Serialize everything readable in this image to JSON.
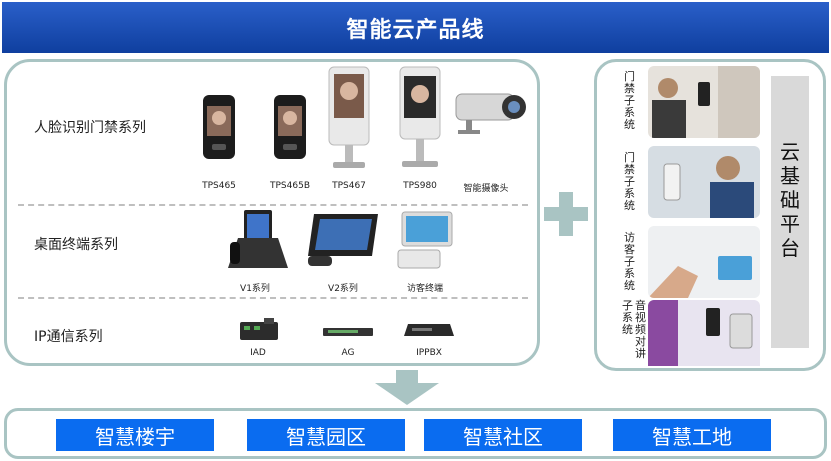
{
  "title": "智能云产品线",
  "rows": [
    {
      "label": "人脸识别门禁系列",
      "devices": [
        "TPS465",
        "TPS465B",
        "TPS467",
        "TPS980",
        "智能摄像头"
      ]
    },
    {
      "label": "桌面终端系列",
      "devices": [
        "V1系列",
        "V2系列",
        "访客终端"
      ]
    },
    {
      "label": "IP通信系列",
      "devices": [
        "IAD",
        "AG",
        "IPPBX"
      ]
    }
  ],
  "subsystems": [
    "门禁子系统",
    "门禁子系统",
    "访客子系统",
    "音视频对讲子系统"
  ],
  "cloud_label": "云基础平台",
  "applications": [
    "智慧楼宇",
    "智慧园区",
    "智慧社区",
    "智慧工地"
  ],
  "colors": {
    "banner": "#1a4fb8",
    "panel_border": "#a9c4c3",
    "app_button": "#0a6cf0",
    "cloud_box": "#d9d9d9"
  }
}
